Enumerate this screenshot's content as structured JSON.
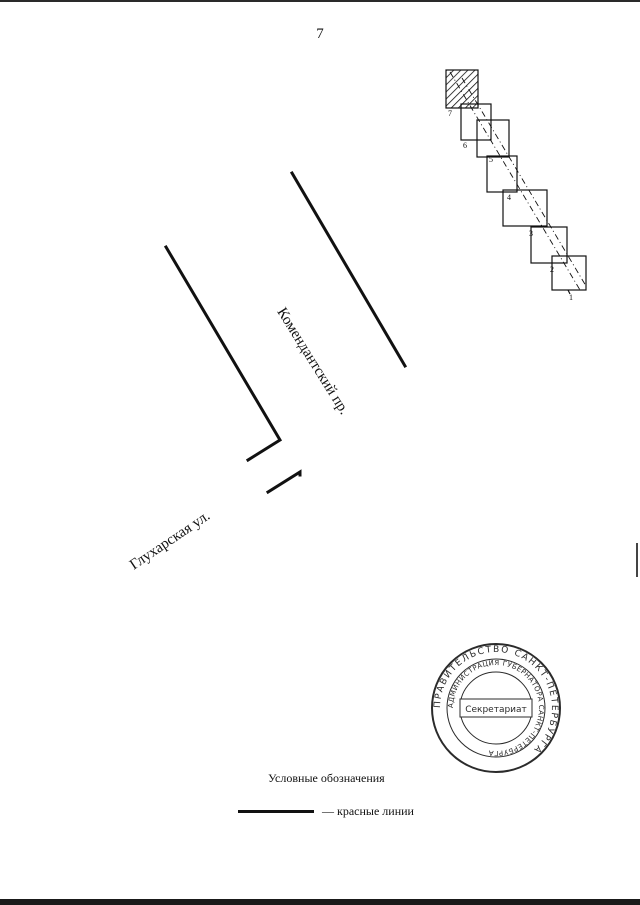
{
  "page": {
    "number": "7"
  },
  "streets": {
    "komendantsky": "Комендантский пр.",
    "glukharskaya": "Глухарская ул."
  },
  "plots": [
    "1",
    "2",
    "3",
    "4",
    "5",
    "6",
    "7"
  ],
  "stamp": {
    "outer_text": "ПРАВИТЕЛЬСТВО САНКТ-ПЕТЕРБУРГА",
    "inner_text": "АДМИНИСТРАЦИЯ ГУБЕРНАТОРА САНКТ-ПЕТЕРБУРГА",
    "center_text": "Секретариат"
  },
  "legend": {
    "title": "Условные обозначения",
    "items": [
      {
        "label": "— красные линии"
      }
    ]
  },
  "colors": {
    "ink": "#111111",
    "stamp": "#2b2b2b"
  }
}
